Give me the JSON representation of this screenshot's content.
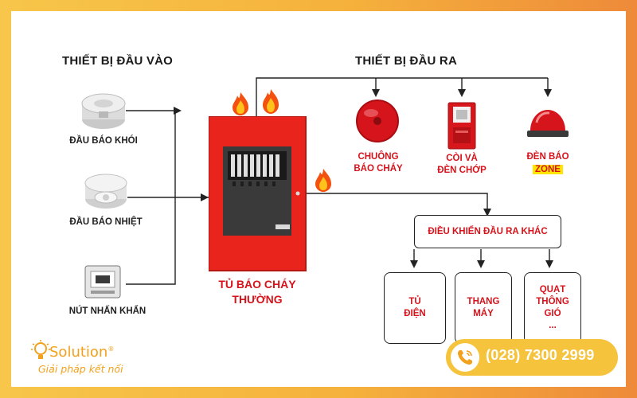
{
  "titles": {
    "inputs": "THIẾT BỊ ĐẦU VÀO",
    "outputs": "THIẾT BỊ ĐẦU RA"
  },
  "inputs": [
    {
      "label": "ĐẦU BÁO KHÓI",
      "icon": "smoke-detector-icon"
    },
    {
      "label": "ĐẦU BÁO NHIỆT",
      "icon": "heat-detector-icon"
    },
    {
      "label": "NÚT NHẤN KHẨN",
      "icon": "manual-call-point-icon"
    }
  ],
  "outputs": [
    {
      "line1": "CHUÔNG",
      "line2": "BÁO CHÁY",
      "icon": "fire-bell-icon"
    },
    {
      "line1": "CÒI VÀ",
      "line2": "ĐÈN CHỚP",
      "icon": "horn-strobe-icon"
    },
    {
      "line1": "ĐÈN BÁO",
      "line2": "ZONE",
      "icon": "zone-lamp-icon"
    }
  ],
  "panel": {
    "line1": "TỦ BÁO CHÁY",
    "line2": "THƯỜNG"
  },
  "control_box": "ĐIỀU KHIỂN ĐẦU RA KHÁC",
  "sub_boxes": [
    {
      "lines": [
        "TỦ",
        "ĐIỆN"
      ]
    },
    {
      "lines": [
        "THANG",
        "MÁY"
      ]
    },
    {
      "lines": [
        "QUẠT",
        "THÔNG",
        "GIÓ",
        "..."
      ]
    }
  ],
  "brand": {
    "name": "Solution",
    "registered": "®",
    "tagline": "Giải pháp kết nối"
  },
  "contact": {
    "phone": "(028) 7300 2999"
  },
  "colors": {
    "accent": "#d6131b",
    "brand": "#f2a11c",
    "pill": "#f6c33d",
    "zone_highlight": "#ffe500"
  }
}
